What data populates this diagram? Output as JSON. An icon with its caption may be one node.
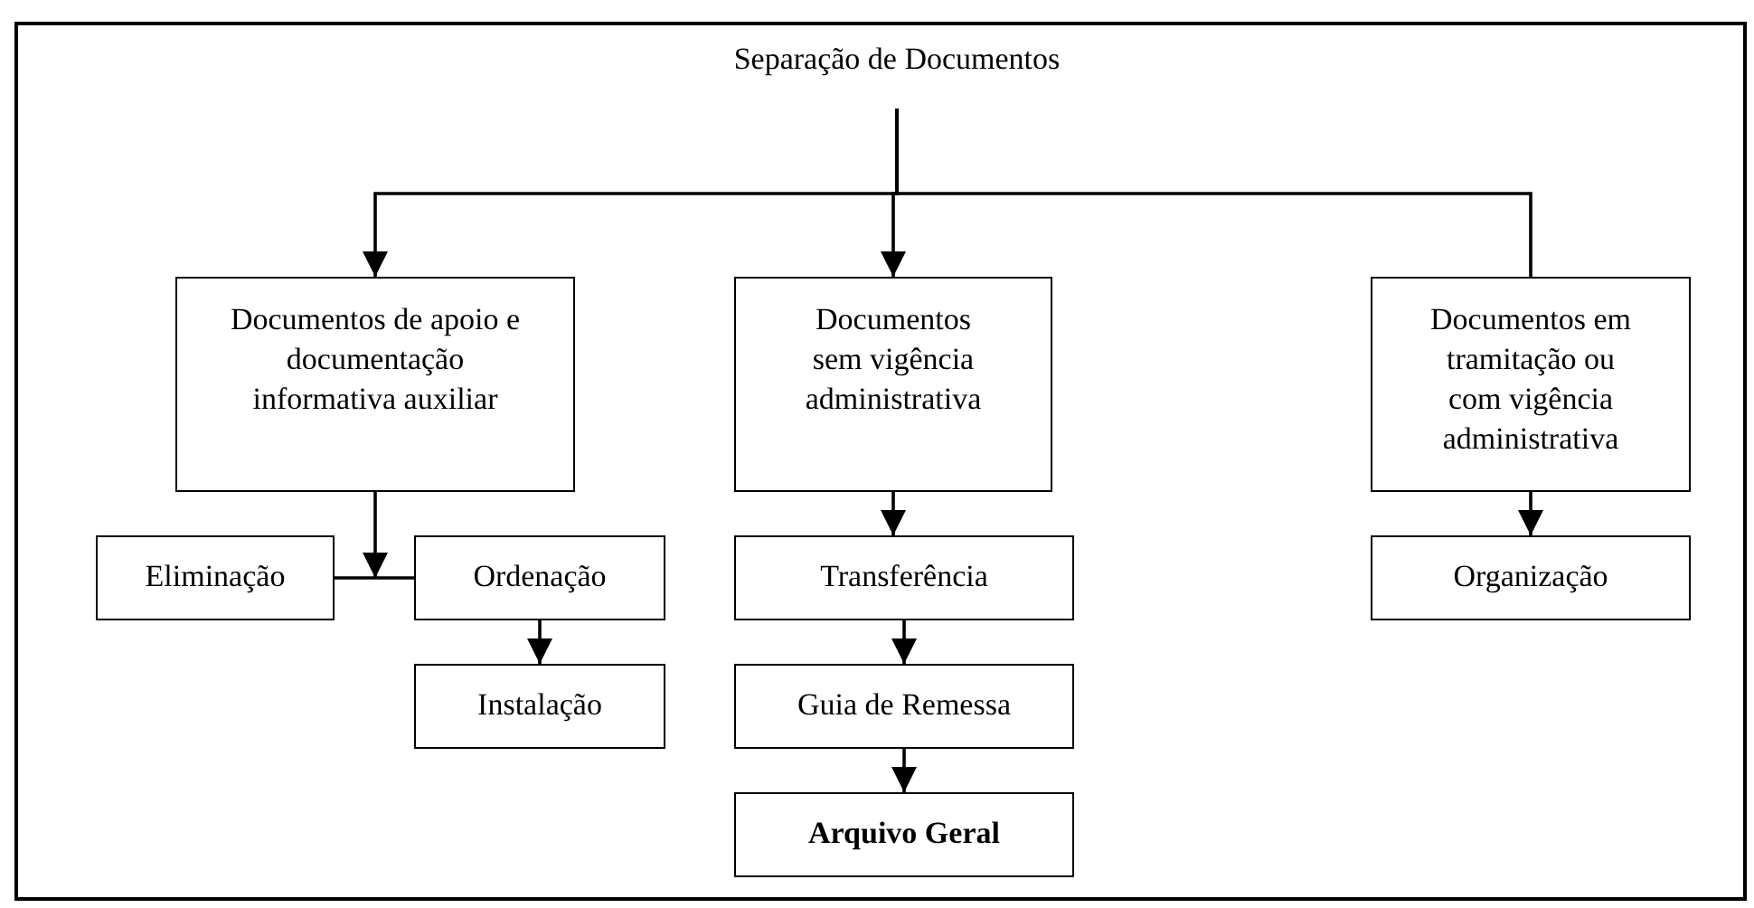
{
  "diagram": {
    "nodes": [
      {
        "text": [
          "Separação de Documentos"
        ]
      },
      {
        "text": [
          "Documentos de apoio e documentação informativa auxiliar"
        ]
      },
      {
        "text": [
          "Documentos sem vigência administrativa"
        ]
      },
      {
        "text": [
          "Documentos em tramitação ou com vigência administrativa"
        ]
      },
      {
        "text": [
          "Eliminação"
        ]
      },
      {
        "text": [
          "Ordenação"
        ]
      },
      {
        "text": [
          "Transferência"
        ]
      },
      {
        "text": [
          "Organização"
        ]
      },
      {
        "text": [
          "Instalação"
        ]
      },
      {
        "text": [
          "Guia de Remessa"
        ]
      },
      {
        "text": [
          "Arquivo Geral"
        ]
      }
    ],
    "edges": [
      {
        "from": 0,
        "to": 1,
        "arrow": "to"
      },
      {
        "from": 0,
        "to": 2,
        "arrow": "to"
      },
      {
        "from": 0,
        "to": 3,
        "arrow": "none"
      },
      {
        "from": 1,
        "to": 4,
        "arrow": "to"
      },
      {
        "from": 4,
        "to": 5,
        "arrow": "none"
      },
      {
        "from": 2,
        "to": 6,
        "arrow": "to"
      },
      {
        "from": 3,
        "to": 7,
        "arrow": "to"
      },
      {
        "from": 5,
        "to": 8,
        "arrow": "to"
      },
      {
        "from": 6,
        "to": 9,
        "arrow": "to"
      },
      {
        "from": 9,
        "to": 10,
        "arrow": "to"
      }
    ]
  }
}
